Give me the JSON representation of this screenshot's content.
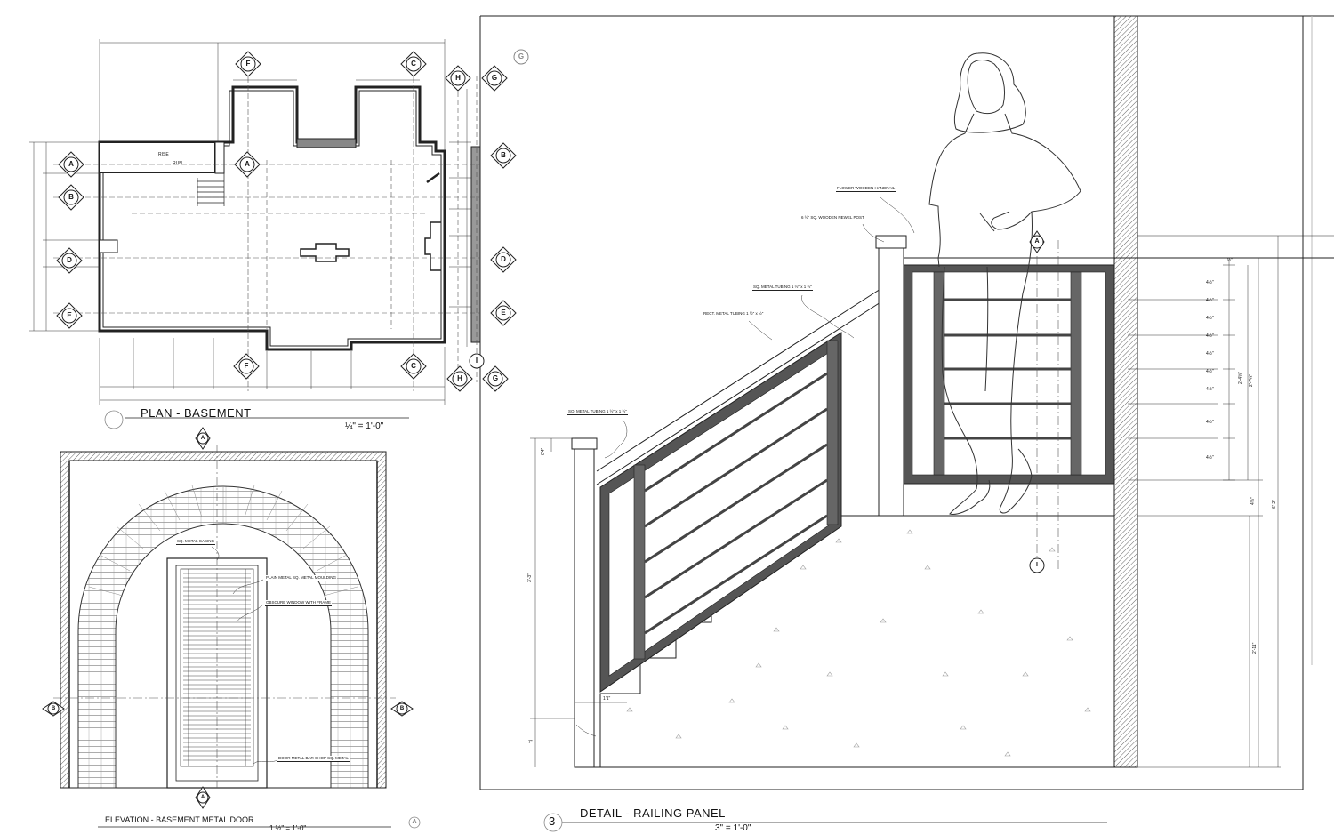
{
  "drawings": {
    "plan": {
      "title": "PLAN -  BASEMENT",
      "scale": "¼\" = 1'-0\""
    },
    "elevation": {
      "title": "ELEVATION -  BASEMENT METAL DOOR",
      "scale": "1 ½\" = 1'-0\"",
      "marker": "A"
    },
    "detail": {
      "title": "DETAIL -  RAILING PANEL",
      "scale": "3\" = 1'-0\"",
      "number": "3"
    }
  },
  "plan_notes": {
    "rise": "RISE",
    "run": "RUN"
  },
  "section_markers": {
    "plan": [
      "F",
      "C",
      "H",
      "G",
      "A",
      "A",
      "B",
      "B",
      "D",
      "D",
      "E",
      "E",
      "F",
      "C",
      "H",
      "G",
      "I",
      "G"
    ],
    "elevation": [
      "A",
      "B",
      "B",
      "A"
    ],
    "detail": [
      "A",
      "I"
    ]
  },
  "elevation_notes": [
    "SQ. METAL CASING",
    "PLAIN METAL SQ. METAL MOULDING",
    "OBSCURE WINDOW WITH FRAME",
    "DOOR METAL BAR CHOP SQ. METAL"
  ],
  "railing_notes": [
    "FLOWER WOODEN HANDRAIL",
    "6 ½\" SQ. WOODEN NEWEL POST",
    "SQ. METAL TUBING 1 ½\" x 1 ½\"",
    "RECT. METAL TUBING 1 ½\" x ½\"",
    "SQ. METAL TUBING 1 ½\" x 1 ½\""
  ],
  "railing_dims": {
    "left_height": "3'-3\"",
    "post_width": "1'1\"",
    "post_top": "0'4\"",
    "bottom": "7\"",
    "right_spacings": [
      "4½\"",
      "4½\"",
      "4½\"",
      "4½\"",
      "4½\"",
      "4½\"",
      "4½\"",
      "4½\"",
      "4½\""
    ],
    "right_total": "2'-4⅝\"",
    "right_height": "2'-7¼\"",
    "overall_height": "6'-2\"",
    "lower_height": "2'-11\"",
    "top_gap": "½\"",
    "base_gap": "4⅝\""
  }
}
